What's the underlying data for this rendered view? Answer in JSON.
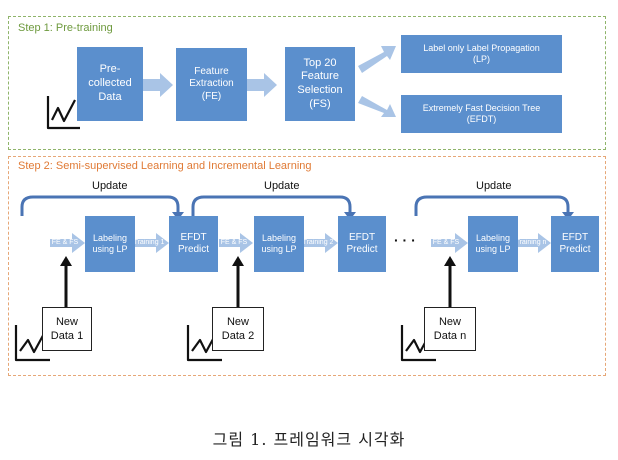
{
  "step1": {
    "title": "Step 1: Pre-training",
    "precollected": "Pre-\ncollected\nData",
    "fe": "Feature\nExtraction\n(FE)",
    "fs": "Top 20\nFeature\nSelection\n(FS)",
    "lp": "Label only Label Propagation\n(LP)",
    "efdt": "Extremely Fast Decision Tree\n(EFDT)"
  },
  "step2": {
    "title": "Step 2: Semi-supervised Learning and Incremental Learning",
    "update_label": "Update",
    "fefs": "FE & FS",
    "labeling": "Labeling\nusing LP",
    "efdt_predict": "EFDT\nPredict",
    "training_1": "Training 1",
    "training_2": "Training 2",
    "training_n": "Training n",
    "new_data_1": "New\nData 1",
    "new_data_2": "New\nData 2",
    "new_data_n": "New\nData n",
    "ellipsis": "· · ·"
  },
  "caption": "그림 1. 프레임워크 시각화",
  "colors": {
    "box": "#5b8fcd",
    "arrow": "#a9c4e6",
    "update_arrow": "#4a74b4",
    "step1": "#8fb46a",
    "step2": "#e6a777"
  },
  "icons": [
    "chart-icon",
    "arrow-right-icon",
    "arrow-up-icon",
    "update-arrow-icon"
  ]
}
